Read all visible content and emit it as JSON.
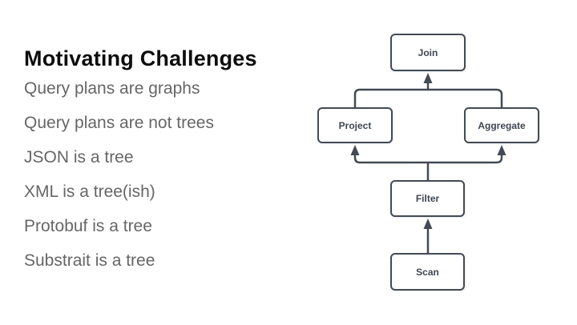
{
  "slide": {
    "title": "Motivating Challenges",
    "bullets": [
      "Query plans are graphs",
      "Query plans are not trees",
      "JSON is a tree",
      "XML is a tree(ish)",
      "Protobuf is a tree",
      "Substrait is a tree"
    ]
  },
  "diagram": {
    "nodes": [
      {
        "id": "join",
        "label": "Join"
      },
      {
        "id": "project",
        "label": "Project"
      },
      {
        "id": "aggregate",
        "label": "Aggregate"
      },
      {
        "id": "filter",
        "label": "Filter"
      },
      {
        "id": "scan",
        "label": "Scan"
      }
    ],
    "edges": [
      {
        "from": "project",
        "to": "join"
      },
      {
        "from": "aggregate",
        "to": "join"
      },
      {
        "from": "filter",
        "to": "project"
      },
      {
        "from": "filter",
        "to": "aggregate"
      },
      {
        "from": "scan",
        "to": "filter"
      }
    ],
    "colors": {
      "stroke": "#434a53",
      "node_fill": "#ffffff",
      "label": "#3f4651"
    }
  },
  "colors": {
    "background": "#ffffff",
    "title": "#0d0d0d",
    "bullet_text": "#666666"
  }
}
